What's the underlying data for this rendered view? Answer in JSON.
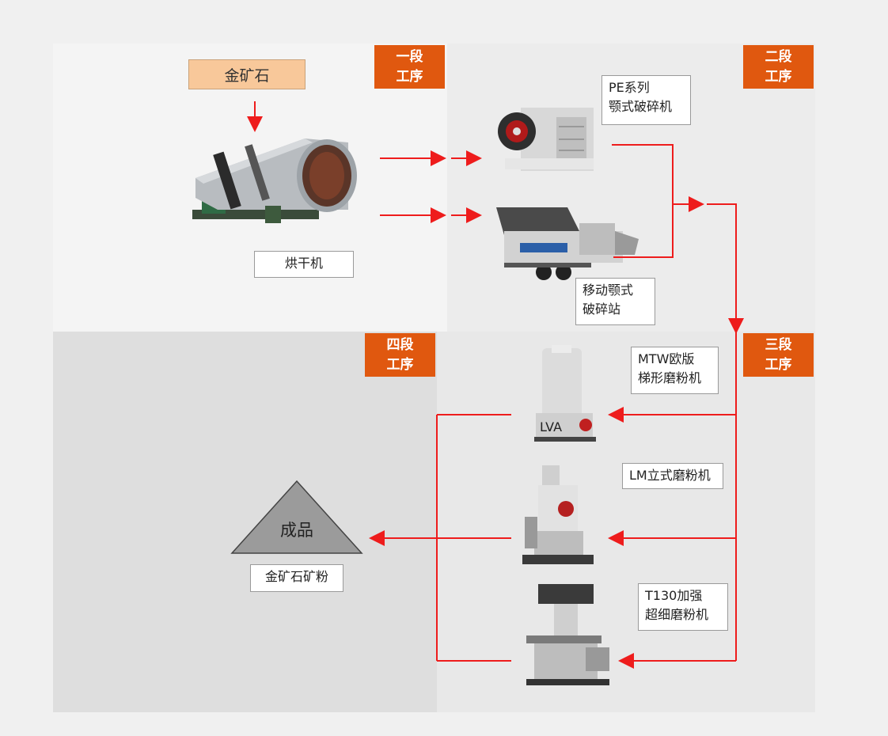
{
  "stages": {
    "stage1": {
      "line1": "一段",
      "line2": "工序"
    },
    "stage2": {
      "line1": "二段",
      "line2": "工序"
    },
    "stage3": {
      "line1": "三段",
      "line2": "工序"
    },
    "stage4": {
      "line1": "四段",
      "line2": "工序"
    }
  },
  "input": {
    "label": "金矿石"
  },
  "machines": {
    "dryer": {
      "label": "烘干机"
    },
    "pe_crusher": {
      "line1": "PE系列",
      "line2": "颚式破碎机"
    },
    "mobile_crusher": {
      "line1": "移动颚式",
      "line2": "破碎站"
    },
    "mtw_mill": {
      "line1": "MTW欧版",
      "line2": "梯形磨粉机"
    },
    "lm_mill": {
      "label": "LM立式磨粉机"
    },
    "t130_mill": {
      "line1": "T130加强",
      "line2": "超细磨粉机"
    }
  },
  "output": {
    "title": "成品",
    "label": "金矿石矿粉"
  },
  "colors": {
    "stage_bg": "#e0580f",
    "arrow": "#ee1c1c",
    "input_bg": "#f8c89a"
  }
}
